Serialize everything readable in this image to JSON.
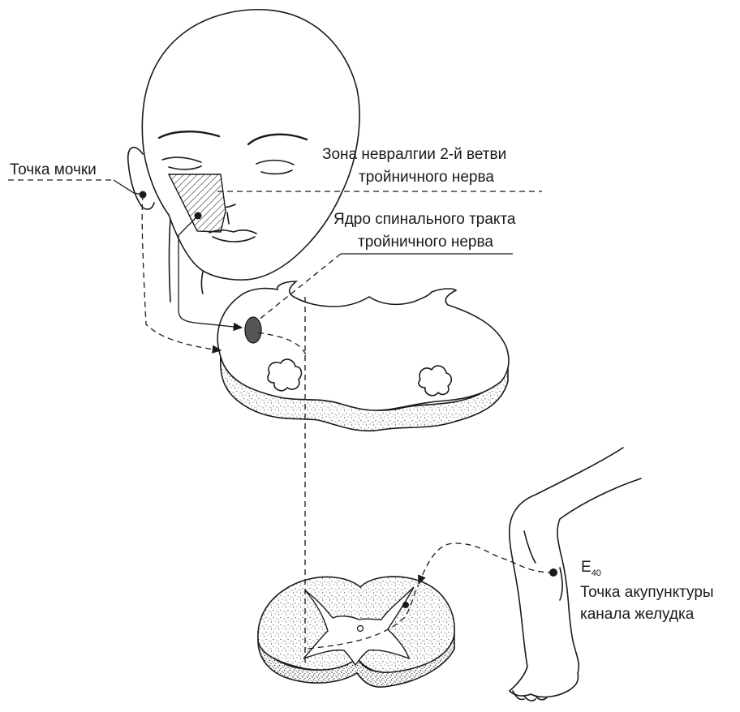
{
  "labels": {
    "ear_point": "Точка мочки",
    "neuralgia_zone_line1": "Зона невралгии 2-й ветви",
    "neuralgia_zone_line2": "тройничного нерва",
    "nucleus_line1": "Ядро спинального тракта",
    "nucleus_line2": "тройничного нерва",
    "acupoint_code": "E",
    "acupoint_code_sub": "40",
    "acupoint_line1": "Точка акупунктуры",
    "acupoint_line2": "канала желудка"
  },
  "colors": {
    "ink": "#1a1a1a",
    "nucleus_fill": "#555555",
    "stipple": "#333333",
    "background": "#ffffff"
  }
}
